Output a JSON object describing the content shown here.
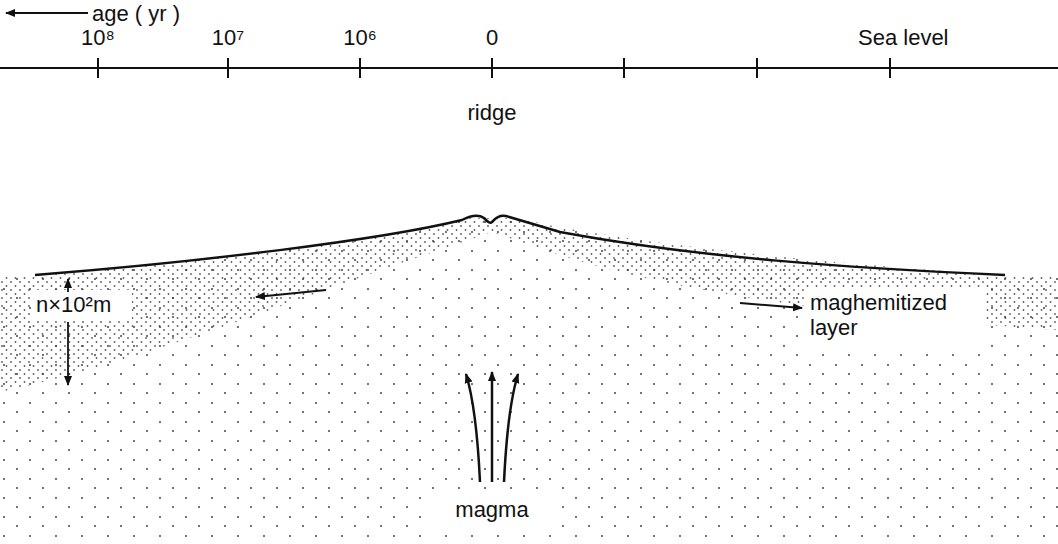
{
  "diagram": {
    "labels": [
      "age ( yr )",
      "10⁸",
      "10⁷",
      "10⁶",
      "0",
      "Sea level",
      "ridge",
      "n×10²m",
      "maghemitized layer",
      "magma"
    ]
  }
}
